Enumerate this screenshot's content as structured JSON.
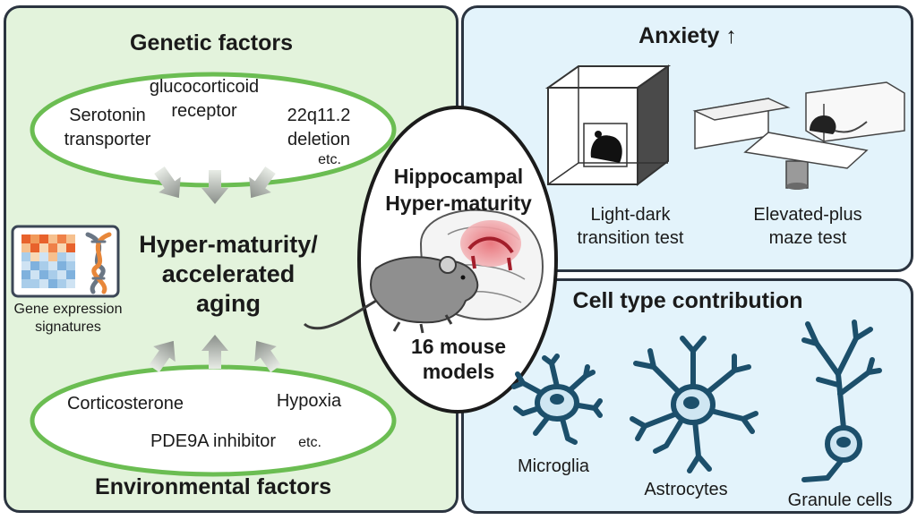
{
  "genetic": {
    "title": "Genetic factors",
    "items": {
      "serotonin_line1": "Serotonin",
      "serotonin_line2": "transporter",
      "gluco_line1": "glucocorticoid",
      "gluco_line2": "receptor",
      "deletion_line1": "22q11.2",
      "deletion_line2": "deletion",
      "etc": "etc."
    }
  },
  "center_left": {
    "line1": "Hyper-maturity/",
    "line2": "accelerated",
    "line3": "aging",
    "signature_line1": "Gene expression",
    "signature_line2": "signatures"
  },
  "environmental": {
    "title": "Environmental factors",
    "items": {
      "corticosterone": "Corticosterone",
      "hypoxia": "Hypoxia",
      "pde9a": "PDE9A inhibitor",
      "etc": "etc."
    }
  },
  "hippocampal": {
    "line1": "Hippocampal",
    "line2": "Hyper-maturity",
    "models_line1": "16 mouse",
    "models_line2": "models"
  },
  "anxiety": {
    "title": "Anxiety",
    "arrow": "↑",
    "light_dark_line1": "Light-dark",
    "light_dark_line2": "transition test",
    "epm_line1": "Elevated-plus",
    "epm_line2": "maze test"
  },
  "cell_types": {
    "title": "Cell type contribution",
    "microglia": "Microglia",
    "astrocytes": "Astrocytes",
    "granule": "Granule cells"
  },
  "colors": {
    "left_panel": "#e3f3dc",
    "right_panel": "#e3f3fb",
    "ellipse_stroke": "#6bbd52",
    "cell_fill": "#cfe6f2",
    "cell_stroke": "#1c4f6b"
  }
}
